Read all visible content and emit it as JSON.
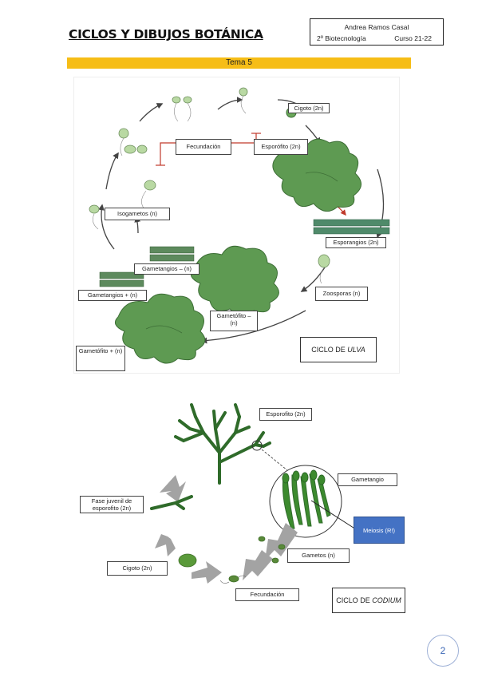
{
  "header": {
    "title": "CICLOS Y DIBUJOS BOTÁNICA",
    "author": "Andrea Ramos Casal",
    "course": "2º Biotecnología",
    "year": "Curso 21-22"
  },
  "banner": {
    "text": "Tema 5"
  },
  "ulva": {
    "labels": {
      "cigoto": "Cigoto (2n)",
      "fecundacion": "Fecundación",
      "esporofito": "Esporófito (2n)",
      "isogametos": "Isogametos (n)",
      "esporangios": "Esporangios (2n)",
      "gametangios_minus": "Gametangios – (n)",
      "gametangios_plus": "Gametangios + (n)",
      "zoosporas": "Zoosporas (n)",
      "gametofito_minus": "Gametófito – (n)",
      "gametofito_plus": "Gametófito + (n)"
    },
    "cycle_prefix": "CICLO DE ",
    "cycle_genus": "ULVA"
  },
  "codium": {
    "labels": {
      "esporofito": "Esporofito (2n)",
      "gametangio": "Gametangio",
      "fase_juvenil": "Fase juvenil de esporofito (2n)",
      "meiosis": "Meiosis (R!)",
      "gametos": "Gametos (n)",
      "cigoto": "Cigoto (2n)",
      "fecundacion": "Fecundación"
    },
    "cycle_prefix": "CICLO DE ",
    "cycle_genus": "CODIUM"
  },
  "page_number": "2",
  "colors": {
    "banner": "#f6bd16",
    "meiosis_box": "#4472c4",
    "alga_green": "#5e9a52",
    "codium_green": "#2f6b2a",
    "arrow_gray": "#9e9e9e",
    "fecundation_arrow": "#d14040"
  }
}
